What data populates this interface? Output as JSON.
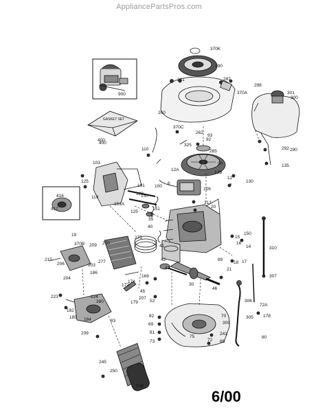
{
  "header": {
    "watermark": "AppliancePartsPros.com"
  },
  "footer": {
    "date_code": "6/00"
  },
  "callouts": [
    "370K",
    "390",
    "287",
    "261",
    "370A",
    "298",
    "301",
    "300",
    "260",
    "262",
    "93",
    "92",
    "370C",
    "400",
    "325",
    "285",
    "90",
    "110",
    "290",
    "292",
    "135",
    "103",
    "12A",
    "12B",
    "12",
    "6",
    "7",
    "130",
    "125",
    "101",
    "100",
    "126",
    "120",
    "119",
    "151A",
    "150",
    "313",
    "20",
    "416",
    "417",
    "125",
    "151",
    "35",
    "40",
    "150",
    "15",
    "16",
    "14",
    "19",
    "370B",
    "209",
    "200",
    "275",
    "42",
    "43",
    "41",
    "89",
    "310",
    "215",
    "206",
    "203",
    "186",
    "204",
    "277",
    "174",
    "172",
    "169",
    "18",
    "17",
    "21",
    "307",
    "223",
    "182",
    "224",
    "179",
    "207",
    "380",
    "184",
    "185",
    "52",
    "45",
    "30",
    "46",
    "306",
    "72A",
    "305",
    "178",
    "239",
    "83",
    "82",
    "69",
    "70",
    "309",
    "80",
    "81",
    "73",
    "75",
    "72",
    "86",
    "241",
    "245",
    "250",
    "238"
  ],
  "gasket_set_label": "GASKET SET",
  "gasket_set_part": "400",
  "engine_inset_part": "900"
}
